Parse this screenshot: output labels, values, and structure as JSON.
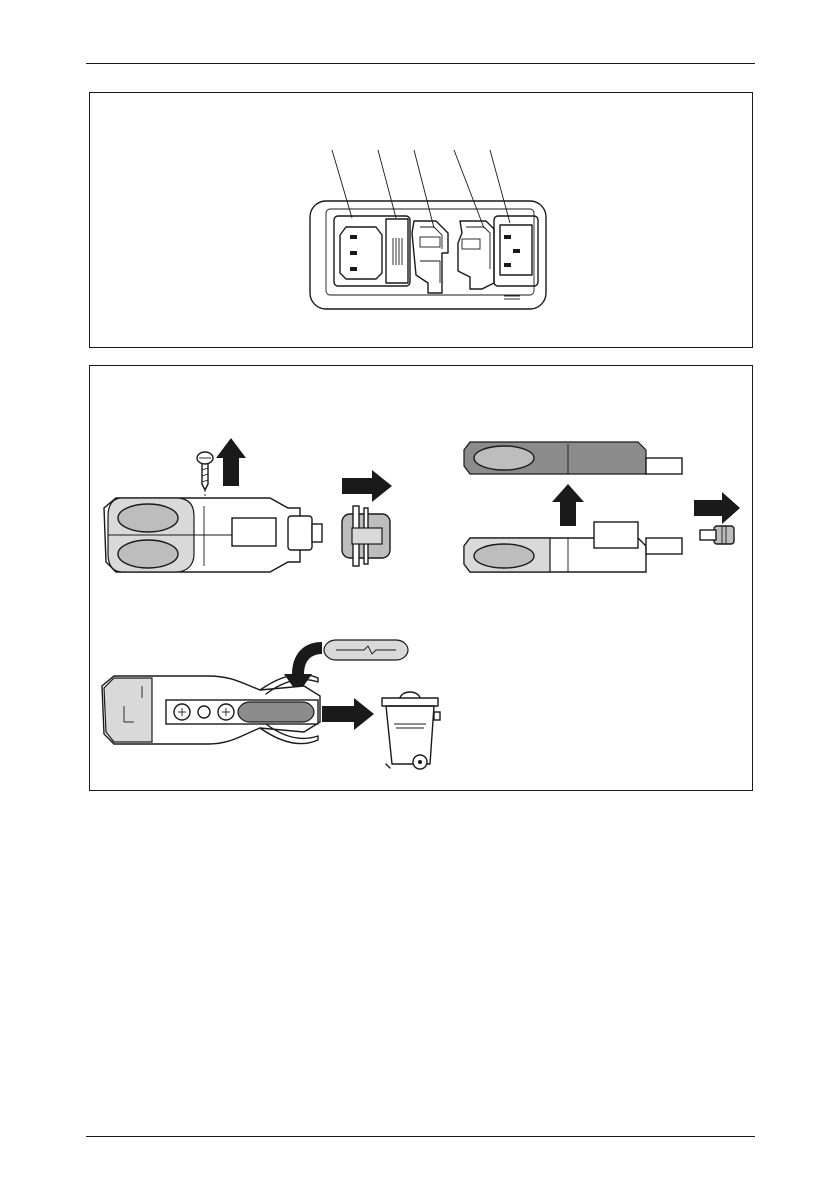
{
  "page": {
    "background": "#ffffff",
    "line_color": "#1a1a1a"
  },
  "figure_top": {
    "callouts": [
      "",
      "",
      "",
      "",
      ""
    ],
    "parts": [
      "power-inlet-icon",
      "fuse-drawer-icon",
      "clip-icon",
      "clip-icon",
      "power-outlet-icon"
    ]
  },
  "figure_bottom": {
    "steps": [
      {
        "action": "unscrew-and-lift",
        "icons": [
          "screw-icon",
          "arrow-up-icon",
          "fuse-holder-icon",
          "arrow-right-icon",
          "grommet-icon"
        ]
      },
      {
        "action": "open-and-remove",
        "icons": [
          "fuse-holder-cover-icon",
          "arrow-up-icon",
          "arrow-right-icon",
          "cap-icon"
        ]
      },
      {
        "action": "replace-and-dispose",
        "icons": [
          "new-fuse-icon",
          "curved-arrow-icon",
          "arrow-right-icon",
          "waste-bin-icon"
        ]
      }
    ],
    "colors": {
      "dark_grey": "#8c8c8c",
      "mid_grey": "#bdbdbd",
      "light_grey": "#d9d9d9"
    }
  }
}
